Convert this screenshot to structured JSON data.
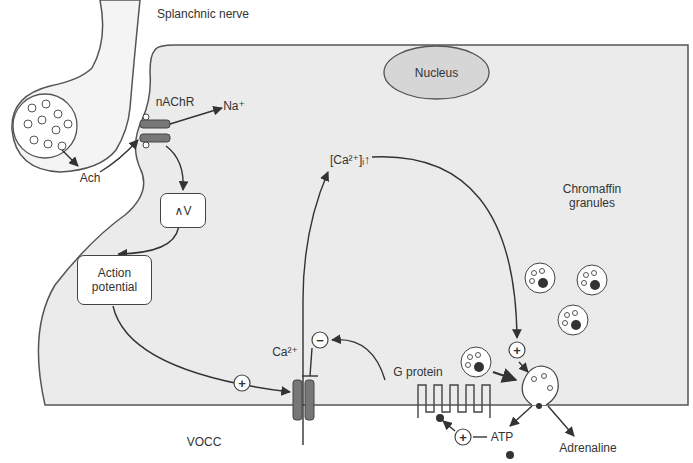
{
  "diagram": {
    "nodes": [
      {
        "text": [
          "Nucleus"
        ]
      },
      {
        "text": [
          "∧V"
        ]
      },
      {
        "text": [
          "Action potential"
        ]
      }
    ],
    "edges": [
      {
        "from": 1,
        "to": 2,
        "arrow": "to"
      }
    ],
    "labels": [
      "Splanchnic nerve",
      "nAChR",
      "Na⁺",
      "Ach",
      "Chromaffin granules",
      "[Ca²⁺]ᵢ↑",
      "Ca²⁺",
      "G protein",
      "VOCC",
      "ATP",
      "Adrenaline",
      "+",
      "−",
      "+",
      "+"
    ]
  }
}
